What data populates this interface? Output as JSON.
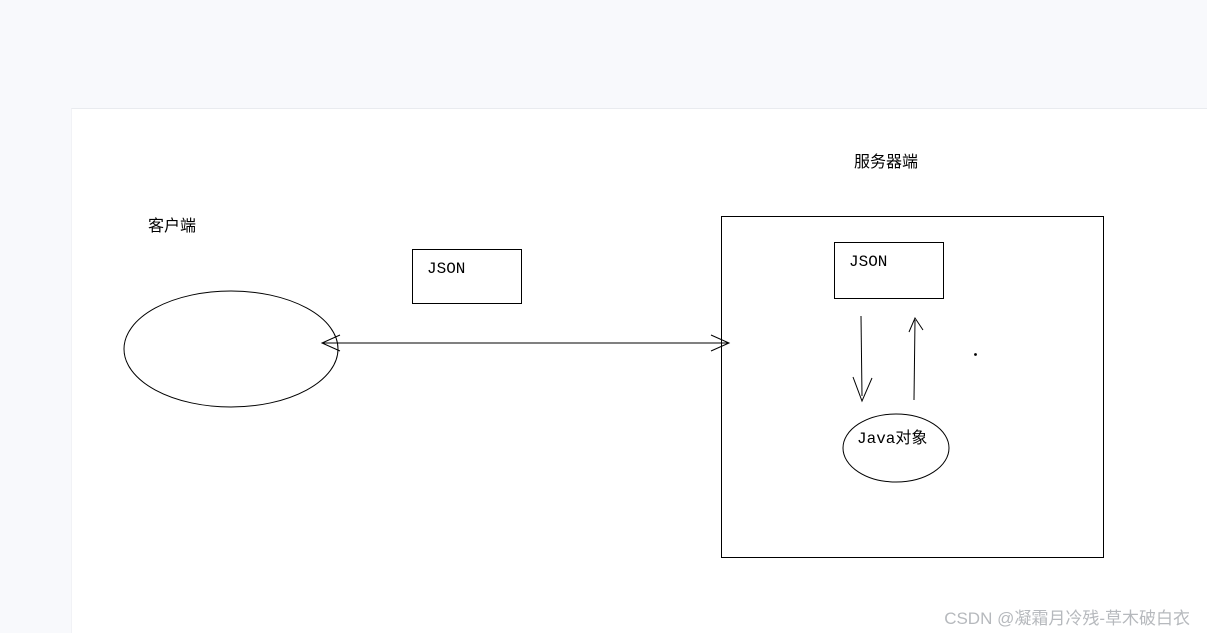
{
  "page": {
    "background_color": "#f8f9fc",
    "panel_color": "#ffffff",
    "line_color": "#000000"
  },
  "diagram": {
    "client": {
      "label": "客户端"
    },
    "server": {
      "label": "服务器端"
    },
    "client_json_box": {
      "label": "JSON"
    },
    "server_json_box": {
      "label": "JSON"
    },
    "java_object": {
      "label": "Java对象"
    }
  },
  "watermark": {
    "text": "CSDN @凝霜月冷残-草木破白衣",
    "color": "#b6b9bd"
  }
}
